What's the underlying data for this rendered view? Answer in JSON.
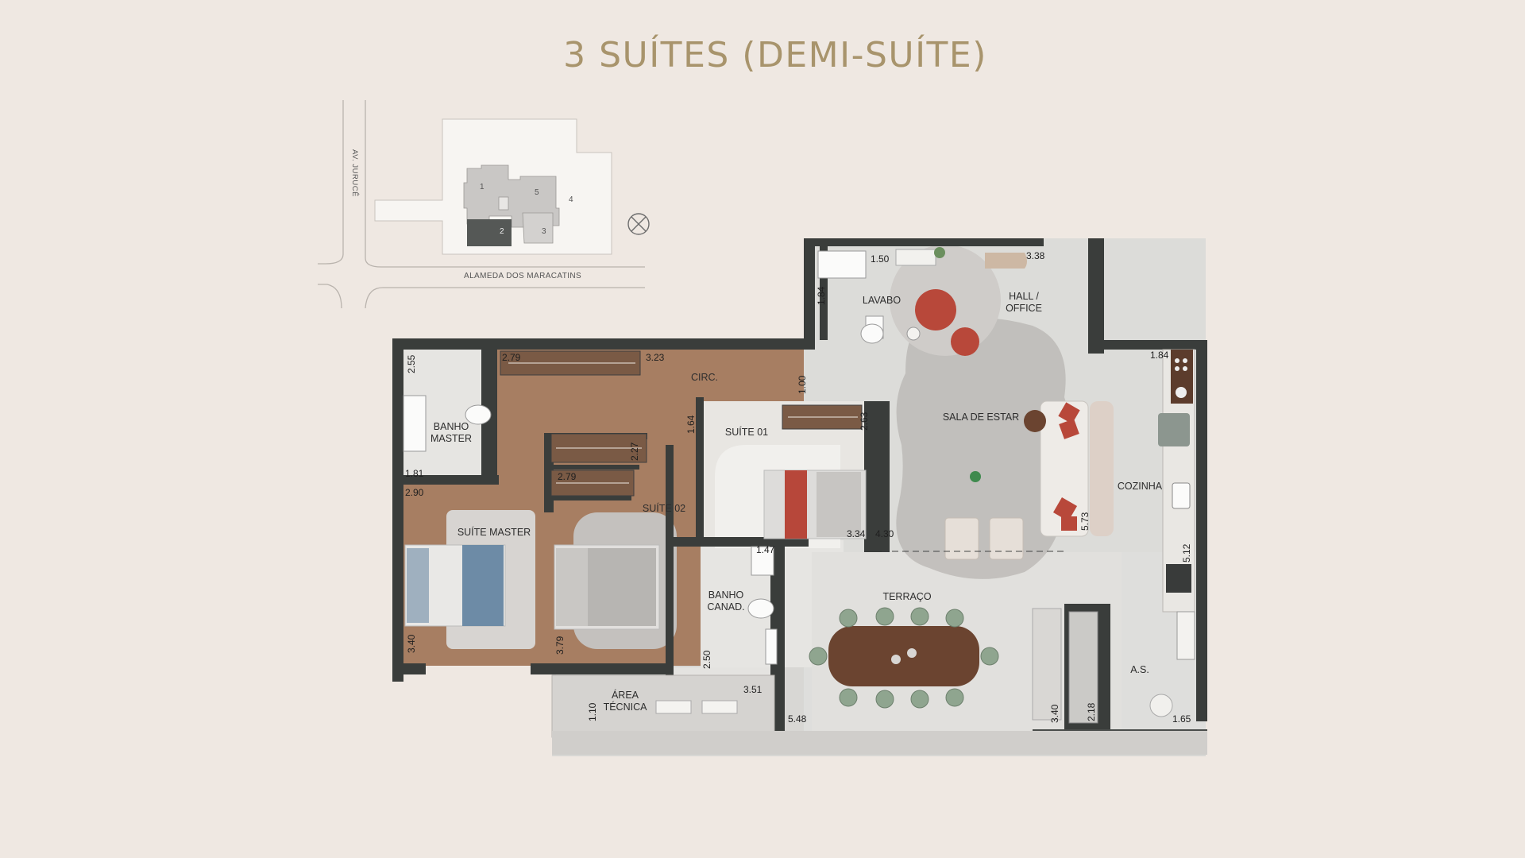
{
  "title": "3 SUÍTES (DEMI-SUÍTE)",
  "site_plan": {
    "street_1": "AV. JURUCÊ",
    "street_2": "ALAMEDA DOS MARACATINS",
    "blocks": [
      "1",
      "2",
      "3",
      "4",
      "5"
    ],
    "highlighted_block": "2"
  },
  "rooms": {
    "banho_master": "BANHO\nMASTER",
    "suite_master": "SUÍTE MASTER",
    "circ": "CIRC.",
    "suite_02": "SUÍTE 02",
    "suite_01": "SUÍTE 01",
    "lavabo": "LAVABO",
    "hall_office": "HALL /\nOFFICE",
    "sala_estar": "SALA DE ESTAR",
    "cozinha": "COZINHA",
    "terraco": "TERRAÇO",
    "banho_canad": "BANHO\nCANAD.",
    "area_tecnica": "ÁREA\nTÉCNICA",
    "as": "A.S."
  },
  "dimensions": {
    "d_2_55": "2.55",
    "d_2_79a": "2.79",
    "d_3_23": "3.23",
    "d_1_81": "1.81",
    "d_2_90": "2.90",
    "d_3_40a": "3.40",
    "d_2_27": "2.27",
    "d_2_79b": "2.79",
    "d_3_79": "3.79",
    "d_1_64": "1.64",
    "d_1_00": "1.00",
    "d_2_63": "2.63",
    "d_3_34": "3.34",
    "d_4_30": "4.30",
    "d_1_47": "1.47",
    "d_2_50": "2.50",
    "d_3_51": "3.51",
    "d_1_10": "1.10",
    "d_5_48": "5.48",
    "d_1_50": "1.50",
    "d_1_84a": "1.84",
    "d_3_38": "3.38",
    "d_1_84b": "1.84",
    "d_5_73": "5.73",
    "d_5_12": "5.12",
    "d_3_40b": "3.40",
    "d_2_18": "2.18",
    "d_1_65": "1.65"
  },
  "colors": {
    "background": "#efe8e2",
    "title": "#a8946c",
    "wall": "#3a3d3b",
    "wood": "#a77e62",
    "tile": "#dcdcda",
    "rug": "#c9c6c3",
    "accent_red": "#b8483a",
    "chair_green": "#8fa58f",
    "table_wood": "#6b4430"
  }
}
